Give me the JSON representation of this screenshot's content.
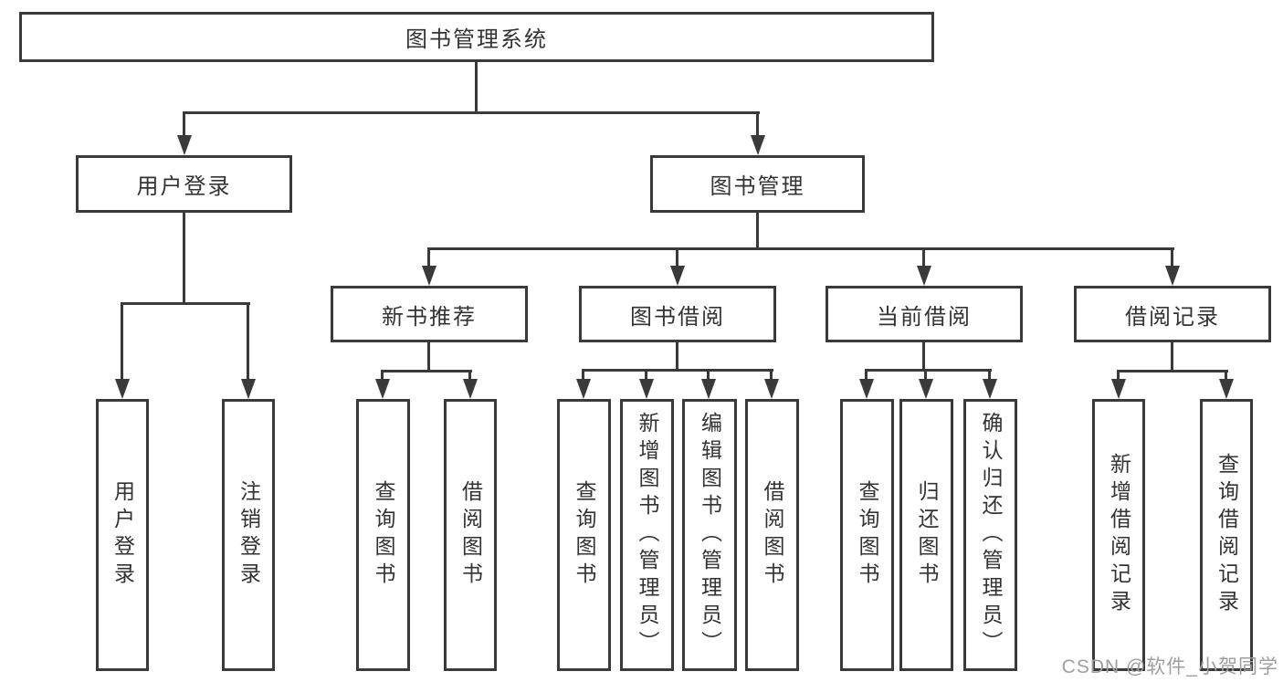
{
  "nodes": {
    "root": {
      "label": "图书管理系统"
    },
    "user_login": {
      "label": "用户登录"
    },
    "book_management": {
      "label": "图书管理"
    },
    "new_book_recommend": {
      "label": "新书推荐"
    },
    "book_borrow": {
      "label": "图书借阅"
    },
    "current_borrow": {
      "label": "当前借阅"
    },
    "borrow_record": {
      "label": "借阅记录"
    },
    "leaf_user_login": {
      "label": "用户登录"
    },
    "leaf_logout": {
      "label": "注销登录"
    },
    "leaf_nb_query_book": {
      "label": "查询图书"
    },
    "leaf_nb_borrow_book": {
      "label": "借阅图书"
    },
    "leaf_bb_query_book": {
      "label": "查询图书"
    },
    "leaf_bb_add_book": {
      "label": "新增图书（管理员）"
    },
    "leaf_bb_edit_book": {
      "label": "编辑图书（管理员）"
    },
    "leaf_bb_borrow_book": {
      "label": "借阅图书"
    },
    "leaf_cb_query_book": {
      "label": "查询图书"
    },
    "leaf_cb_return_book": {
      "label": "归还图书"
    },
    "leaf_cb_confirm_return": {
      "label": "确认归还（管理员）"
    },
    "leaf_br_add_record": {
      "label": "新增借阅记录"
    },
    "leaf_br_query_record": {
      "label": "查询借阅记录"
    }
  },
  "watermark": {
    "text": "CSDN @软件_小贺同学"
  },
  "colors": {
    "line": "#3a3a3a",
    "text": "#333333",
    "watermark": "#9e9e9e",
    "background": "#ffffff"
  }
}
